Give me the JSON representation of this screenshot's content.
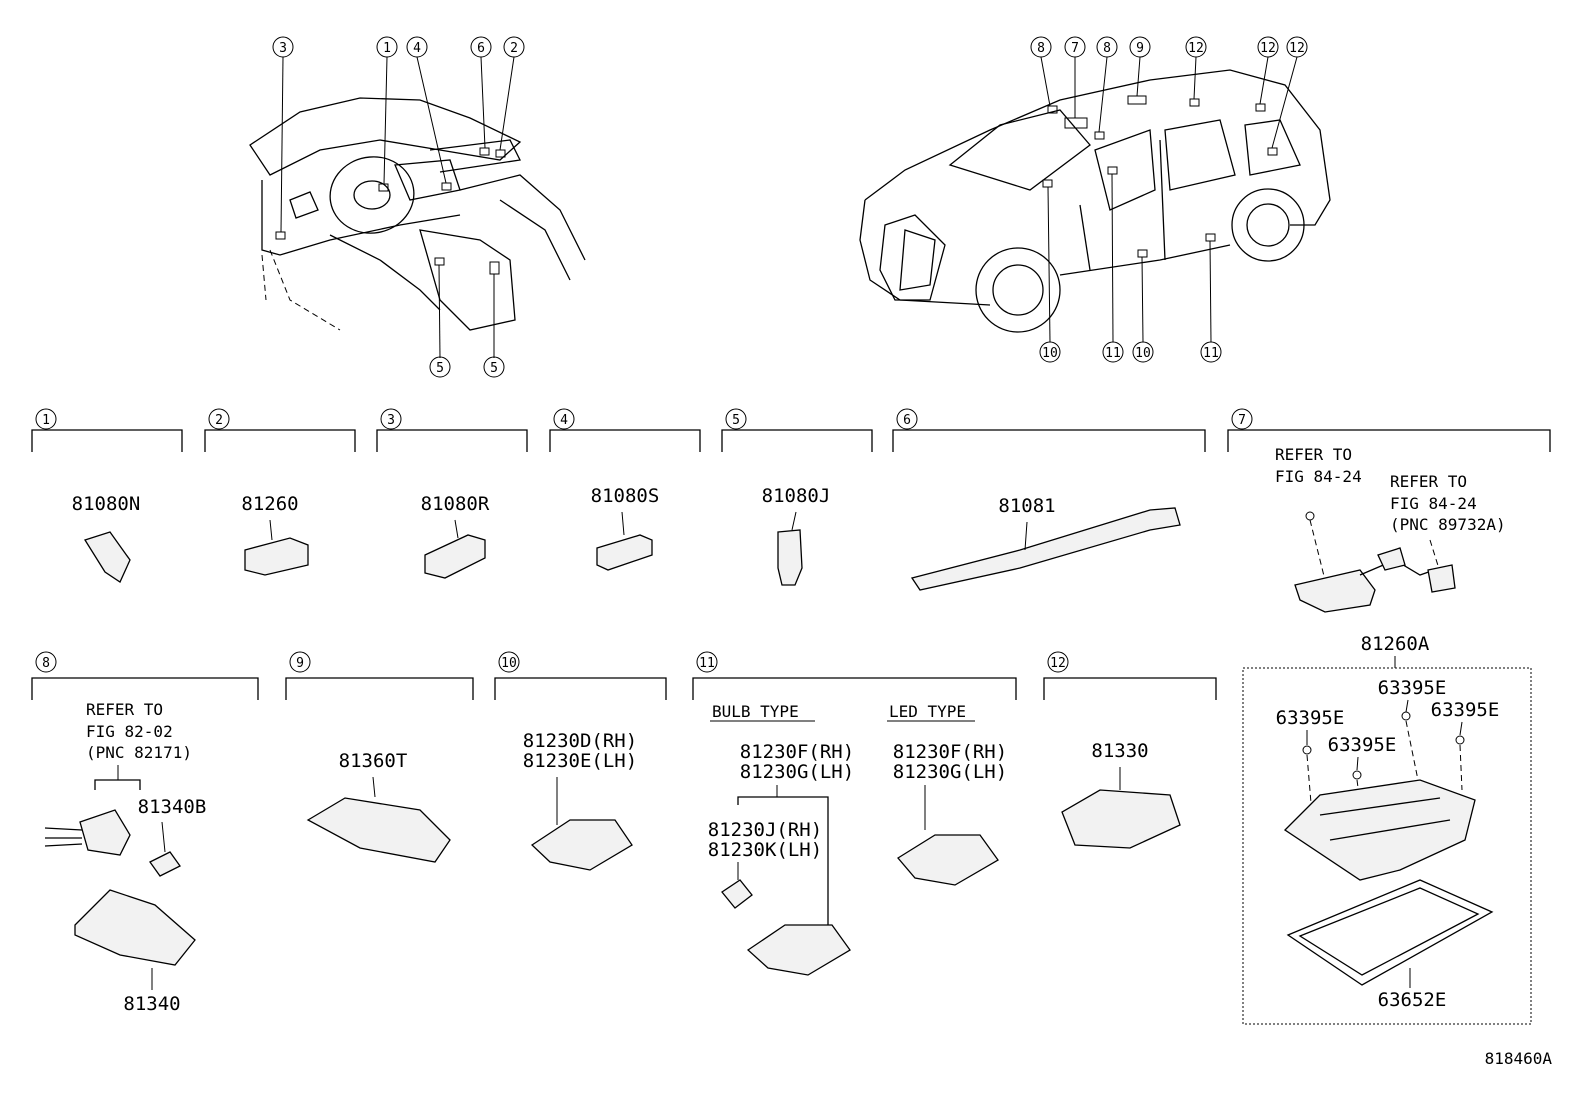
{
  "diagram": {
    "figure_code": "818460A",
    "callouts_dashboard": [
      "3",
      "1",
      "4",
      "6",
      "2",
      "5",
      "5"
    ],
    "callouts_vehicle": [
      "8",
      "7",
      "8",
      "9",
      "12",
      "12",
      "12",
      "10",
      "11",
      "10",
      "11"
    ],
    "groups": [
      {
        "num": "1",
        "parts": [
          "81080N"
        ]
      },
      {
        "num": "2",
        "parts": [
          "81260"
        ]
      },
      {
        "num": "3",
        "parts": [
          "81080R"
        ]
      },
      {
        "num": "4",
        "parts": [
          "81080S"
        ]
      },
      {
        "num": "5",
        "parts": [
          "81080J"
        ]
      },
      {
        "num": "6",
        "parts": [
          "81081"
        ]
      },
      {
        "num": "7",
        "refer_a": [
          "REFER TO",
          "FIG 84-24"
        ],
        "refer_b": [
          "REFER TO",
          "FIG 84-24",
          "(PNC 89732A)"
        ]
      },
      {
        "num": "8",
        "refer": [
          "REFER TO",
          "FIG 82-02",
          "(PNC 82171)"
        ],
        "parts": [
          "81340B",
          "81340"
        ]
      },
      {
        "num": "9",
        "parts": [
          "81360T"
        ]
      },
      {
        "num": "10",
        "parts": [
          "81230D(RH)",
          "81230E(LH)"
        ]
      },
      {
        "num": "11",
        "bulb_label": "BULB TYPE",
        "led_label": "LED TYPE",
        "bulb_parts": [
          "81230F(RH)",
          "81230G(LH)",
          "81230J(RH)",
          "81230K(LH)"
        ],
        "led_parts": [
          "81230F(RH)",
          "81230G(LH)"
        ]
      },
      {
        "num": "12",
        "parts": [
          "81330"
        ]
      }
    ],
    "assembly": {
      "parts": [
        "81260A",
        "63395E",
        "63395E",
        "63395E",
        "63395E",
        "63652E"
      ]
    }
  }
}
